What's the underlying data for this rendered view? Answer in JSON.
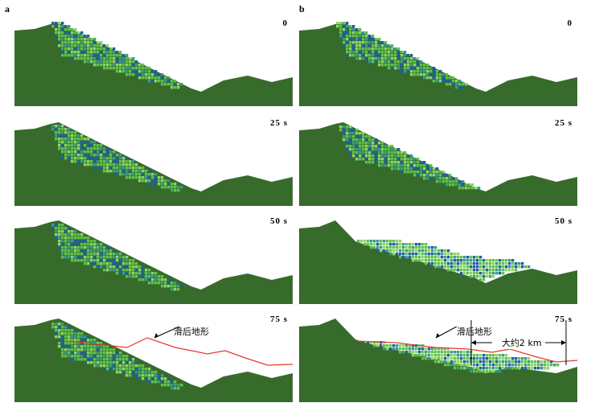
{
  "columns": [
    {
      "id": "a",
      "label": "a"
    },
    {
      "id": "b",
      "label": "b"
    }
  ],
  "rows": [
    {
      "time": "0"
    },
    {
      "time": "25 s"
    },
    {
      "time": "50 s"
    },
    {
      "time": "75 s"
    }
  ],
  "annotations": {
    "post_slide_terrain": "滑后地形",
    "distance": "大约2 km"
  },
  "colors": {
    "terrain": "#376b2b",
    "particle_green": "#5fc24a",
    "particle_blue": "#1f5fa0",
    "particle_teal": "#3a9a8a",
    "post_slide_line": "#e23a2a"
  }
}
